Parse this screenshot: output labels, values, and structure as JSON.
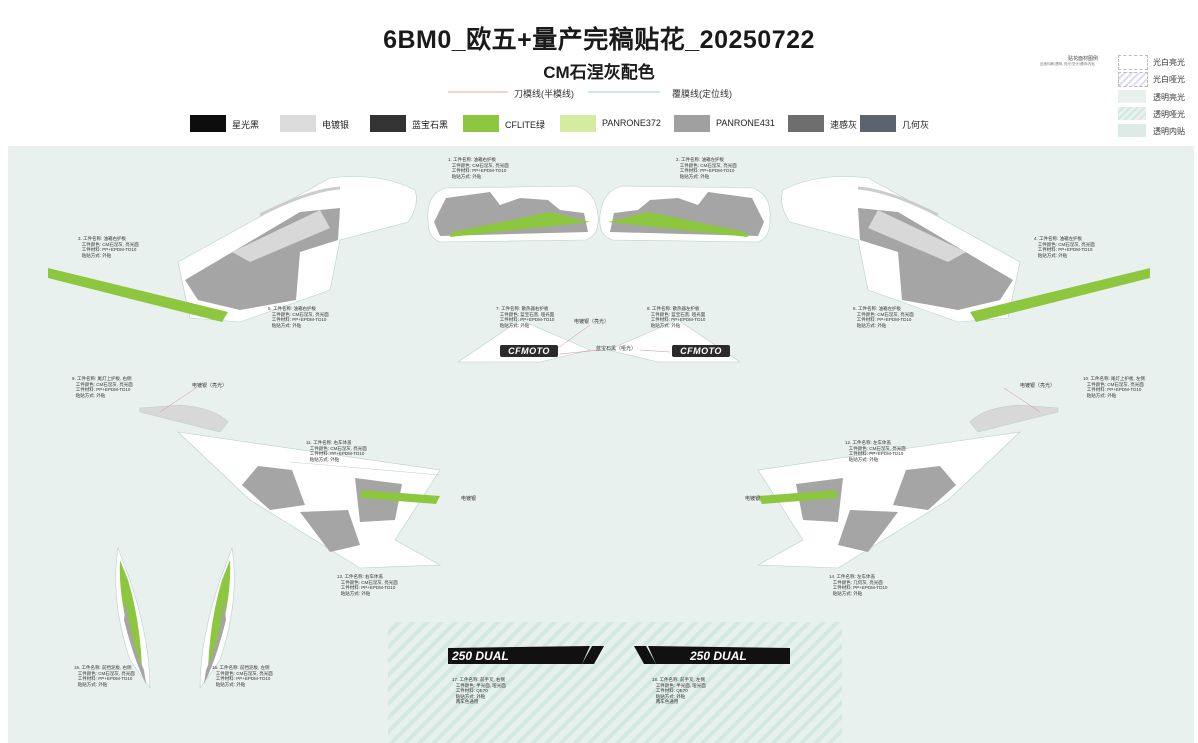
{
  "header": {
    "title": "6BM0_欧五+量产完稿贴花_20250722",
    "subtitle": "CM石涅灰配色"
  },
  "line_legend": {
    "cut_line": "刀模线(半模线)",
    "film_line": "覆膜线(定位线)"
  },
  "color_swatches": [
    {
      "label": "星光黑",
      "color": "#0d0d0d"
    },
    {
      "label": "电镀银",
      "color": "#dcdcdc"
    },
    {
      "label": "蓝宝石黑",
      "color": "#333333"
    },
    {
      "label": "CFLITE绿",
      "color": "#8dc63f"
    },
    {
      "label": "PANRONE372",
      "color": "#d4eba0"
    },
    {
      "label": "PANRONE431",
      "color": "#a0a0a0"
    },
    {
      "label": "速感灰",
      "color": "#6e6e6e"
    },
    {
      "label": "几何灰",
      "color": "#5c6270"
    }
  ],
  "material_legend": {
    "title": "贴花面材图例",
    "note": "反面印刷/透明, 亮光/亚光/透明/内贴",
    "items": [
      {
        "label": "光白亮光"
      },
      {
        "label": "光白哑光"
      },
      {
        "label": "透明亮光"
      },
      {
        "label": "透明哑光"
      },
      {
        "label": "透明内贴"
      }
    ]
  },
  "notes": {
    "n1": "1. 工件名称: 油箱右护板\n   工件颜色: CM石涅灰, 亮光面\n   工件材料: PP+EPDM-TD10\n   粘贴方式: 外贴",
    "n2": "2. 工件名称: 油箱左护板\n   工件颜色: CM石涅灰, 亮光面\n   工件材料: PP+EPDM-TD10\n   粘贴方式: 外贴",
    "n3": "3. 工件名称: 油箱右护板\n   工件颜色: CM石涅灰, 亮光面\n   工件材料: PP+EPDM-TD10\n   粘贴方式: 外贴",
    "n4": "4. 工件名称: 油箱左护板\n   工件颜色: CM石涅灰, 亮光面\n   工件材料: PP+EPDM-TD10\n   粘贴方式: 外贴",
    "n5": "5. 工件名称: 油箱右护板\n   工件颜色: CM石涅灰, 亮光面\n   工件材料: PP+EPDM-TD10\n   粘贴方式: 外贴",
    "n6": "6. 工件名称: 油箱左护板\n   工件颜色: CM石涅灰, 亮光面\n   工件材料: PP+EPDM-TD10\n   粘贴方式: 外贴",
    "n7": "7. 工件名称: 散热器右护板\n   工件颜色: 蓝宝石黑, 哑光面\n   工件材料: PP+EPDM-TD10\n   粘贴方式: 外贴",
    "n8": "8. 工件名称: 散热器左护板\n   工件颜色: 蓝宝石黑, 哑光面\n   工件材料: PP+EPDM-TD10\n   粘贴方式: 外贴",
    "n9": "9. 工件名称: 尾灯上护板, 右侧\n   工件颜色: CM石涅灰, 亮光面\n   工件材料: PP+EPDM-TD10\n   粘贴方式: 外贴",
    "n10": "10. 工件名称: 尾灯上护板, 左侧\n   工件颜色: CM石涅灰, 亮光面\n   工件材料: PP+EPDM-TD10\n   粘贴方式: 外贴",
    "n11": "11. 工件名称: 右车体盖\n   工件颜色: CM石涅灰, 亮光面\n   工件材料: PP+EPDM-TD10\n   粘贴方式: 外贴",
    "n12": "12. 工件名称: 左车体盖\n   工件颜色: CM石涅灰, 亮光面\n   工件材料: PP+EPDM-TD10\n   粘贴方式: 外贴",
    "n13": "13. 工件名称: 右车体盖\n   工件颜色: CM石涅灰, 亮光面\n   工件材料: PP+EPDM-TD10\n   粘贴方式: 外贴",
    "n14": "14. 工件名称: 左车体盖\n   工件颜色: 几何灰, 亮光面\n   工件材料: PP+EPDM-TD10\n   粘贴方式: 外贴",
    "n15": "15. 工件名称: 前挡泥板, 右侧\n   工件颜色: CM石涅灰, 亮光面\n   工件材料: PP+EPDM-TD10\n   粘贴方式: 外贴",
    "n16": "16. 工件名称: 前挡泥板, 左侧\n   工件颜色: CM石涅灰, 亮光面\n   工件材料: PP+EPDM-TD10\n   粘贴方式: 外贴",
    "n17": "17. 工件名称: 前手叉, 右侧\n   工件颜色: 半光面, 哑光面\n   工件材料: QE70\n   粘贴方式: 外贴\n   两车色通用",
    "n18": "18. 工件名称: 前手叉, 左侧\n   工件颜色: 半光面, 哑光面\n   工件材料: QE70\n   粘贴方式: 外贴\n   两车色通用"
  },
  "annotations": {
    "plated_silver_bright": "电镀银（亮光）",
    "sapphire_black_matte": "蓝宝石黑（哑光）",
    "plated_silver_bright_l": "电镀银（亮光）",
    "plated_silver_bright_r": "电镀银（亮光）",
    "plated_silver_11": "电镀银",
    "plated_silver_12": "电镀银"
  },
  "brand": {
    "logo_text": "CFMOTO",
    "model_text": "250 DUAL"
  }
}
